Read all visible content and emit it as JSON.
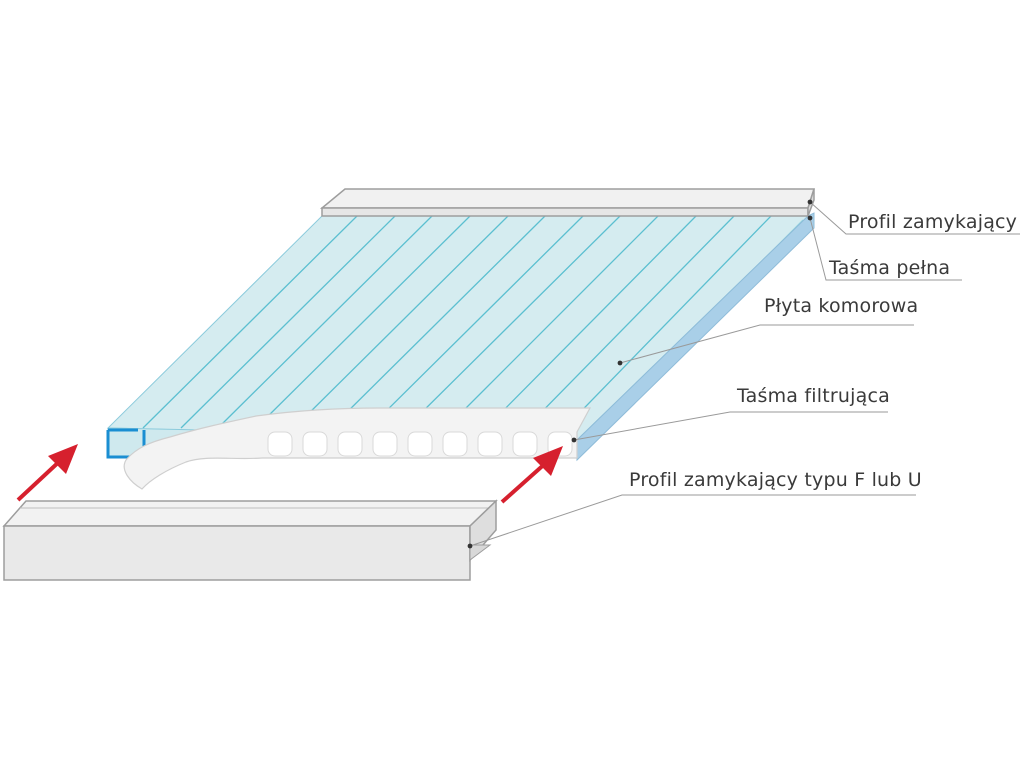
{
  "labels": {
    "end_profile": "Profil zamykający",
    "solid_tape": "Taśma pełna",
    "multiwall_sheet": "Płyta komorowa",
    "filter_tape": "Taśma filtrująca",
    "fu_profile": "Profil zamykający typu F lub U"
  },
  "colors": {
    "sheet_face": "#d5ecf0",
    "sheet_edge": "#a9cfe8",
    "rib_line": "#5bbfd0",
    "profile_fill": "#e9e9e9",
    "profile_stroke": "#9d9d9d",
    "arrow": "#d6202e",
    "channel_blue": "#1a8ed2"
  }
}
